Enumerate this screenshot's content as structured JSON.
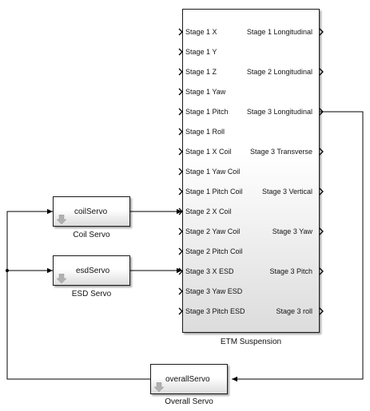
{
  "etm": {
    "name": "ETM Suspension",
    "inputs": [
      "Stage 1 X",
      "Stage 1 Y",
      "Stage 1 Z",
      "Stage 1 Yaw",
      "Stage 1 Pitch",
      "Stage 1 Roll",
      "Stage 1 X Coil",
      "Stage 1 Yaw Coil",
      "Stage 1 Pitch Coil",
      "Stage 2 X Coil",
      "Stage 2 Yaw Coil",
      "Stage 2 Pitch Coil",
      "Stage 3 X ESD",
      "Stage 3 Yaw ESD",
      "Stage 3 Pitch ESD"
    ],
    "outputs": [
      "Stage 1 Longitudinal",
      "Stage 2 Longitudinal",
      "Stage 3 Longitudinal",
      "Stage 3 Transverse",
      "Stage 3 Vertical",
      "Stage 3 Yaw",
      "Stage 3 Pitch",
      "Stage 3 roll"
    ]
  },
  "coil_servo": {
    "title": "coilServo",
    "name": "Coil Servo"
  },
  "esd_servo": {
    "title": "esdServo",
    "name": "ESD Servo"
  },
  "overall_servo": {
    "title": "overallServo",
    "name": "Overall Servo"
  },
  "colors": {
    "wire": "#000000",
    "block_border": "#1a1a1a",
    "mask_arrow": "#b0b0b0"
  },
  "icons": {
    "subsystem_mask": "down-arrow-icon"
  }
}
